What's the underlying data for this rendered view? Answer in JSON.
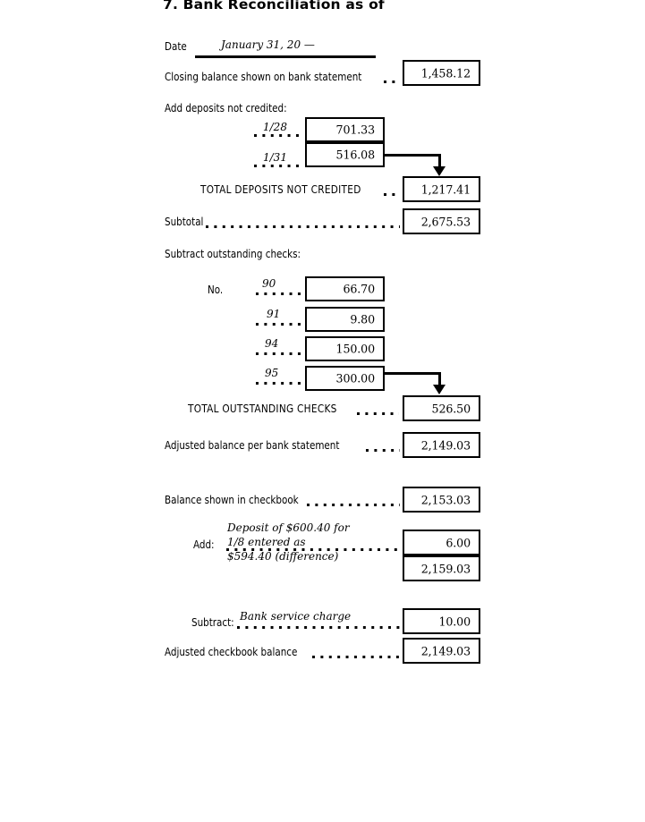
{
  "document": {
    "title": "7. Bank Reconciliation as of",
    "date_label": "Date",
    "date_value": "January 31, 20 —"
  },
  "bank_side": {
    "closing_balance": {
      "label": "Closing balance shown on bank statement",
      "value": "1,458.12"
    },
    "deposits_heading": "Add deposits not credited:",
    "deposits": [
      {
        "date": "1/28",
        "amount": "701.33"
      },
      {
        "date": "1/31",
        "amount": "516.08"
      }
    ],
    "total_deposits": {
      "label": "TOTAL DEPOSITS NOT CREDITED",
      "value": "1,217.41"
    },
    "subtotal": {
      "label": "Subtotal",
      "value": "2,675.53"
    },
    "checks_heading": "Subtract outstanding checks:",
    "checks_number_label": "No.",
    "checks": [
      {
        "number": "90",
        "amount": "66.70"
      },
      {
        "number": "91",
        "amount": "9.80"
      },
      {
        "number": "94",
        "amount": "150.00"
      },
      {
        "number": "95",
        "amount": "300.00"
      }
    ],
    "total_checks": {
      "label": "TOTAL OUTSTANDING CHECKS",
      "value": "526.50"
    },
    "adjusted_bank_balance": {
      "label": "Adjusted balance per bank statement",
      "value": "2,149.03"
    }
  },
  "checkbook_side": {
    "checkbook_balance": {
      "label": "Balance shown in checkbook",
      "value": "2,153.03"
    },
    "add": {
      "label": "Add:",
      "note_line1": "Deposit of $600.40 for",
      "note_line2": "1/8 entered as",
      "note_line3": "$594.40 (difference)",
      "value": "6.00",
      "running_total": "2,159.03"
    },
    "subtract": {
      "label": "Subtract:",
      "note": "Bank service charge",
      "value": "10.00"
    },
    "adjusted_checkbook_balance": {
      "label": "Adjusted checkbook balance",
      "value": "2,149.03"
    }
  }
}
